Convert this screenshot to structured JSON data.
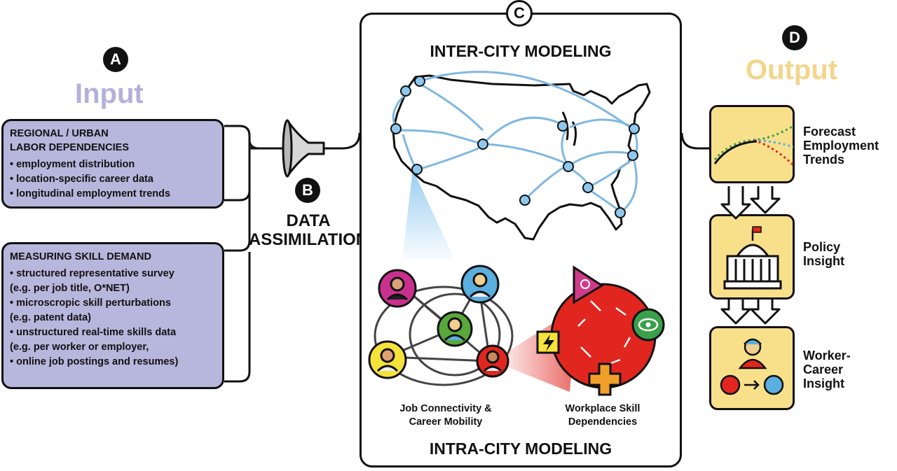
{
  "badges": {
    "a": "A",
    "b": "B",
    "c": "C",
    "d": "D"
  },
  "input": {
    "title": "Input",
    "title_color": "#b3b1d9",
    "box1": {
      "heading": "REGIONAL / URBAN\nLABOR DEPENDENCIES",
      "items": [
        "• employment distribution",
        "• location-specific career data",
        "• longitudinal employment trends"
      ]
    },
    "box2": {
      "heading": "MEASURING SKILL DEMAND",
      "items": [
        "• structured representative survey\n   (e.g. per job title, O*NET)",
        "• microscropic skill perturbations\n   (e.g. patent data)",
        "• unstructured real-time skills data\n   (e.g. per worker or employer,",
        "• online job postings and resumes)"
      ]
    }
  },
  "assimilation": {
    "label": "DATA\nASSIMILATION"
  },
  "center": {
    "top_heading": "INTER-CITY MODELING",
    "bottom_heading": "INTRA-CITY MODELING",
    "caption_left": "Job Connectivity &\nCareer Mobility",
    "caption_right": "Workplace Skill\nDependencies"
  },
  "output": {
    "title": "Output",
    "title_color": "#f3d58a",
    "cards": [
      {
        "label": "Forecast\nEmployment\nTrends"
      },
      {
        "label": "Policy\nInsight"
      },
      {
        "label": "Worker-\nCareer\nInsight"
      }
    ]
  },
  "colors": {
    "box_fill": "#b7b6dc",
    "card_fill": "#f8e08a",
    "city_dot": "#8ec8ee",
    "flow_arrow": "#7fb8e0",
    "skill_circle": "#e0261f"
  },
  "icons": {
    "funnel": "funnel-icon",
    "people": [
      "person-magenta-icon",
      "person-blue-icon",
      "person-green-icon",
      "person-yellow-icon",
      "person-red-icon"
    ],
    "skills": [
      "speech-icon",
      "eye-icon",
      "lightning-icon",
      "plus-icon"
    ],
    "output": [
      "forecast-chart-icon",
      "capitol-building-icon",
      "worker-career-icon"
    ]
  }
}
